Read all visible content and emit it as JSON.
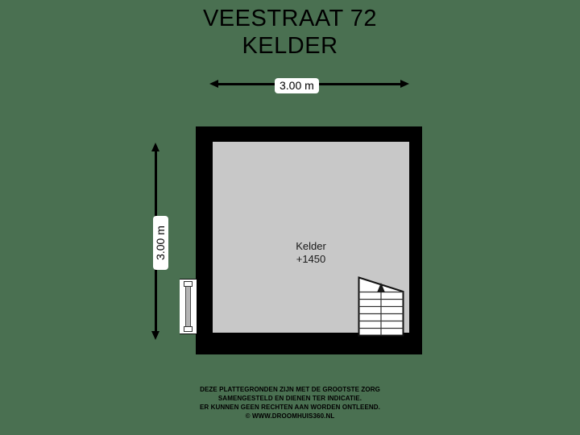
{
  "page": {
    "background_color": "#4a7051",
    "wall_color": "#000000",
    "floor_color": "#c8c8c8",
    "text_color": "#000000"
  },
  "title": {
    "line1": "VEESTRAAT 72",
    "line2": "KELDER"
  },
  "dimensions": {
    "width_label": "3.00 m",
    "height_label": "3.00 m"
  },
  "room": {
    "name": "Kelder",
    "level": "+1450"
  },
  "features": {
    "staircase": "staircase-up",
    "window": "window-left-wall"
  },
  "disclaimer": {
    "line1": "DEZE PLATTEGRONDEN ZIJN MET DE GROOTSTE ZORG",
    "line2": "SAMENGESTELD EN DIENEN TER INDICATIE.",
    "line3": "ER KUNNEN GEEN RECHTEN AAN WORDEN ONTLEEND.",
    "line4": "© WWW.DROOMHUIS360.NL"
  }
}
